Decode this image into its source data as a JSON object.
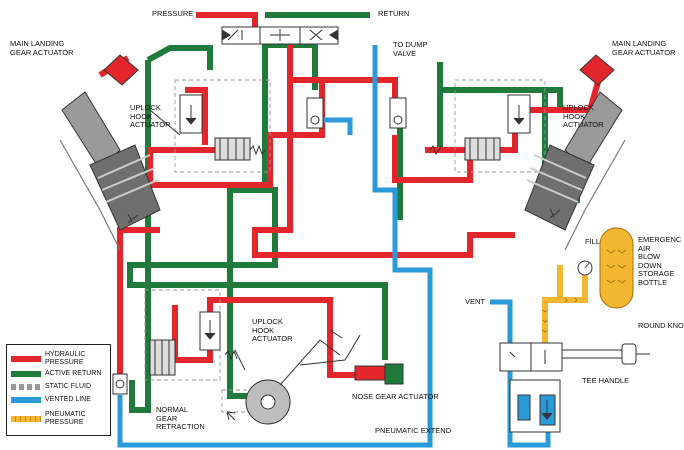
{
  "labels": {
    "pressure": "PRESSURE",
    "return": "RETURN",
    "to_dump_valve": "TO DUMP\nVALVE",
    "main_landing_gear_actuator_left": "MAIN LANDING\nGEAR ACTUATOR",
    "main_landing_gear_actuator_right": "MAIN LANDING\nGEAR ACTUATOR",
    "uplock_hook_actuator_left": "UPLOCK\nHOOK\nACTUATOR",
    "uplock_hook_actuator_right": "UPLOCK\nHOOK\nACTUATOR",
    "uplock_hook_actuator_nose": "UPLOCK\nHOOK\nACTUATOR",
    "fill": "FILL",
    "emergency_bottle": "EMERGENC\nAIR\nBLOW\nDOWN\nSTORAGE\nBOTTLE",
    "vent": "VENT",
    "round_knob": "ROUND KNO",
    "tee_handle": "TEE HANDLE",
    "nose_gear_actuator": "NOSE GEAR ACTUATOR",
    "normal_gear_retraction": "NORMAL\nGEAR\nRETRACTION",
    "pneumatic_extend": "PNEUMATIC EXTEND"
  },
  "legend": [
    {
      "label": "HYDRAULIC\nPRESSURE",
      "color": "#e2262b",
      "style": "solid"
    },
    {
      "label": "ACTIVE RETURN",
      "color": "#1f7a3c",
      "style": "solid"
    },
    {
      "label": "STATIC FLUID",
      "color": "#9a9a9a",
      "style": "dashed"
    },
    {
      "label": "VENTED LINE",
      "color": "#2a9ad8",
      "style": "solid"
    },
    {
      "label": "PNEUMATIC\nPRESSURE",
      "color": "#f2b630",
      "style": "chevron"
    }
  ],
  "colors": {
    "hydraulic": "#e2262b",
    "return": "#1f7a3c",
    "vented": "#2a9ad8",
    "pneumatic": "#f2b630",
    "static": "#9a9a9a",
    "outline": "#333333"
  }
}
